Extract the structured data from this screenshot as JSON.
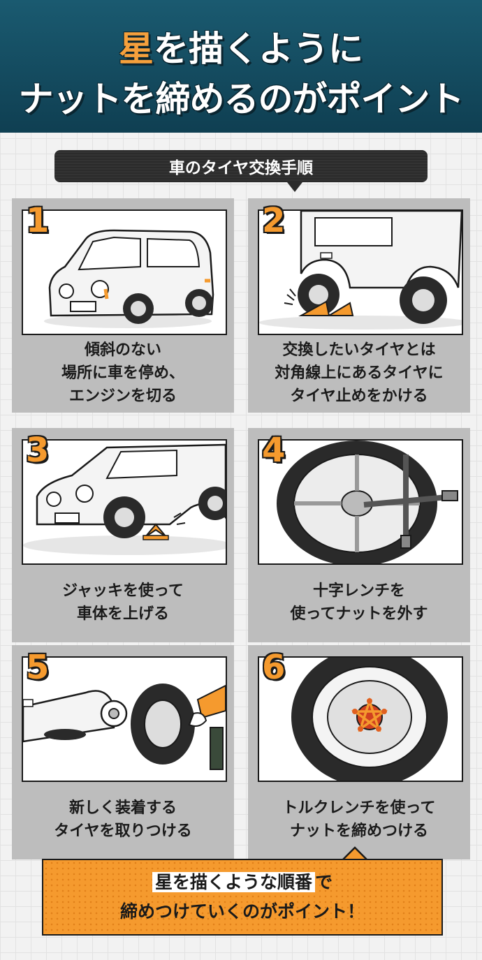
{
  "header": {
    "title_line1_highlight": "星",
    "title_line1_rest": "を描くように",
    "title_line2": "ナットを締めるのがポイント",
    "accent": "#f5a03c",
    "bg": "#14506a"
  },
  "banner": {
    "label": "車のタイヤ交換手順"
  },
  "steps": [
    {
      "num": "1",
      "lines": [
        "傾斜のない",
        "場所に車を停め、",
        "エンジンを切る"
      ]
    },
    {
      "num": "2",
      "lines": [
        "交換したいタイヤとは",
        "対角線上にあるタイヤに",
        "タイヤ止めをかける"
      ]
    },
    {
      "num": "3",
      "lines": [
        "ジャッキを使って",
        "車体を上げる"
      ]
    },
    {
      "num": "4",
      "lines": [
        "十字レンチを",
        "使ってナットを外す"
      ]
    },
    {
      "num": "5",
      "lines": [
        "新しく装着する",
        "タイヤを取りつける"
      ]
    },
    {
      "num": "6",
      "lines": [
        "トルクレンチを使って",
        "ナットを締めつける"
      ]
    }
  ],
  "note": {
    "line1_highlight": "星を描くような順番",
    "line1_rest": "で",
    "line2": "締めつけていくのがポイント！"
  },
  "icons": {
    "step1": "car-front-icon",
    "step2": "wheel-chock-icon",
    "step3": "jack-icon",
    "step4": "cross-wrench-icon",
    "step5": "tire-mount-icon",
    "step6": "star-pattern-wheel-icon"
  },
  "colors": {
    "orange": "#f59a2e",
    "card": "#bdbdbd",
    "ink": "#1a1a1a"
  }
}
